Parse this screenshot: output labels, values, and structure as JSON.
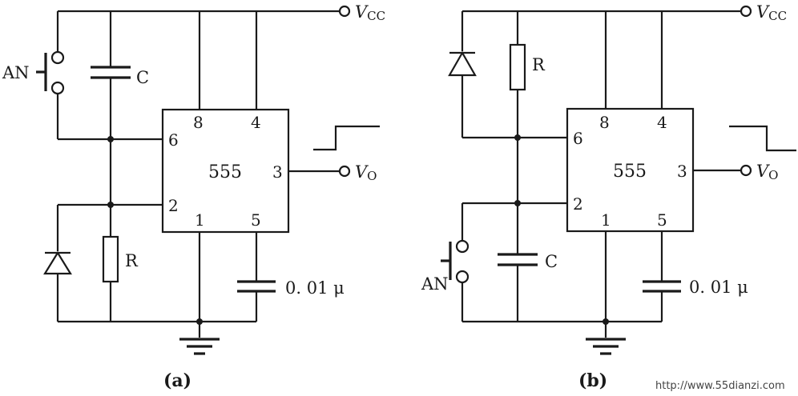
{
  "diagrams": [
    {
      "caption": "(a)",
      "chip_label": "555",
      "pins": {
        "p8": "8",
        "p4": "4",
        "p6": "6",
        "p2": "2",
        "p1": "1",
        "p5": "5",
        "p3": "3"
      },
      "vcc_label": {
        "main": "V",
        "sub": "CC"
      },
      "vo_label": {
        "main": "V",
        "sub": "O"
      },
      "button_label": "AN",
      "capacitor_label": "C",
      "resistor_label": "R",
      "control_cap_label": "0. 01 μ"
    },
    {
      "caption": "(b)",
      "chip_label": "555",
      "pins": {
        "p8": "8",
        "p4": "4",
        "p6": "6",
        "p2": "2",
        "p1": "1",
        "p5": "5",
        "p3": "3"
      },
      "vcc_label": {
        "main": "V",
        "sub": "CC"
      },
      "vo_label": {
        "main": "V",
        "sub": "O"
      },
      "button_label": "AN",
      "capacitor_label": "C",
      "resistor_label": "R",
      "control_cap_label": "0. 01 μ"
    }
  ],
  "watermark": "http://www.55dianzi.com"
}
